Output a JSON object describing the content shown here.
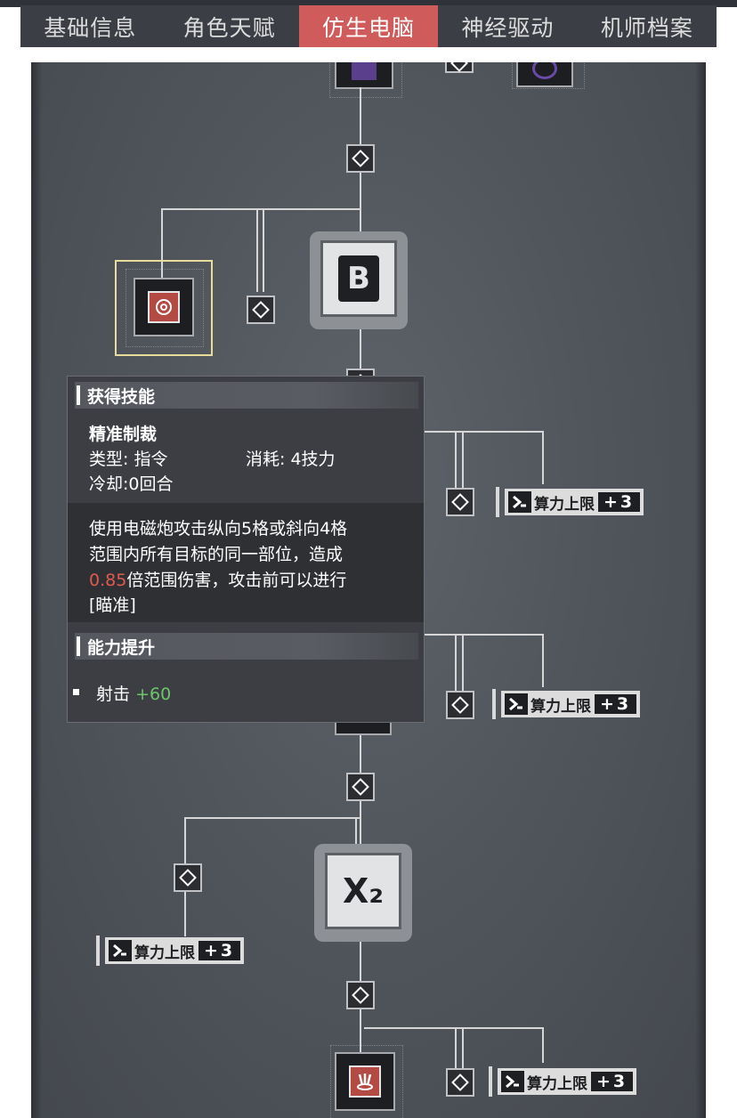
{
  "tabs": [
    {
      "label": "基础信息",
      "active": false
    },
    {
      "label": "角色天赋",
      "active": false
    },
    {
      "label": "仿生电脑",
      "active": true
    },
    {
      "label": "神经驱动",
      "active": false
    },
    {
      "label": "机师档案",
      "active": false
    }
  ],
  "badges": [
    {
      "label": "算力上限",
      "plus": "+3"
    },
    {
      "label": "算力上限",
      "plus": "+3"
    },
    {
      "label": "算力上限",
      "plus": "+3"
    },
    {
      "label": "算力上限",
      "plus": "+3"
    }
  ],
  "big_nodes": [
    {
      "glyph": "B"
    },
    {
      "glyph": "X₂"
    }
  ],
  "tooltip": {
    "section1_title": "获得技能",
    "skill_name": "精准制裁",
    "type_text": "类型: 指令",
    "cost_text": "消耗: 4技力",
    "cooldown_text": "冷却:0回合",
    "desc_line1": "使用电磁炮攻击纵向5格或斜向4格",
    "desc_line2": "范围内所有目标的同一部位，造成",
    "desc_value": "0.85",
    "desc_line3_rest": "倍范围伤害，攻击前可以进行",
    "desc_keyword": "[瞄准]",
    "section2_title": "能力提升",
    "stat_name": "射击",
    "stat_value": "+60"
  },
  "colors": {
    "active_tab": "#cf5b5b",
    "selection_border": "#e8dc9a",
    "highlight_red": "#e05a4e",
    "keyword_gold": "#d9a53a",
    "stat_green": "#6cc56a"
  }
}
